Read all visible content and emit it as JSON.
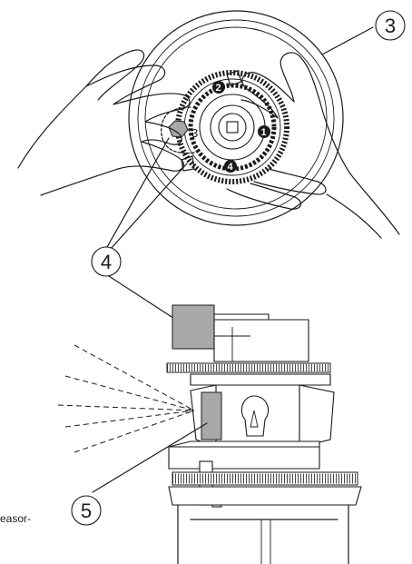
{
  "callouts": {
    "c3": "3",
    "c4": "4",
    "c5": "5"
  },
  "wheel_markers": {
    "m1": "1",
    "m2": "2",
    "m3": "3",
    "m4": "4"
  },
  "cut_text": "easor-",
  "colors": {
    "line": "#1a1a1a",
    "shade": "#a9a9a9",
    "background": "#ffffff"
  }
}
